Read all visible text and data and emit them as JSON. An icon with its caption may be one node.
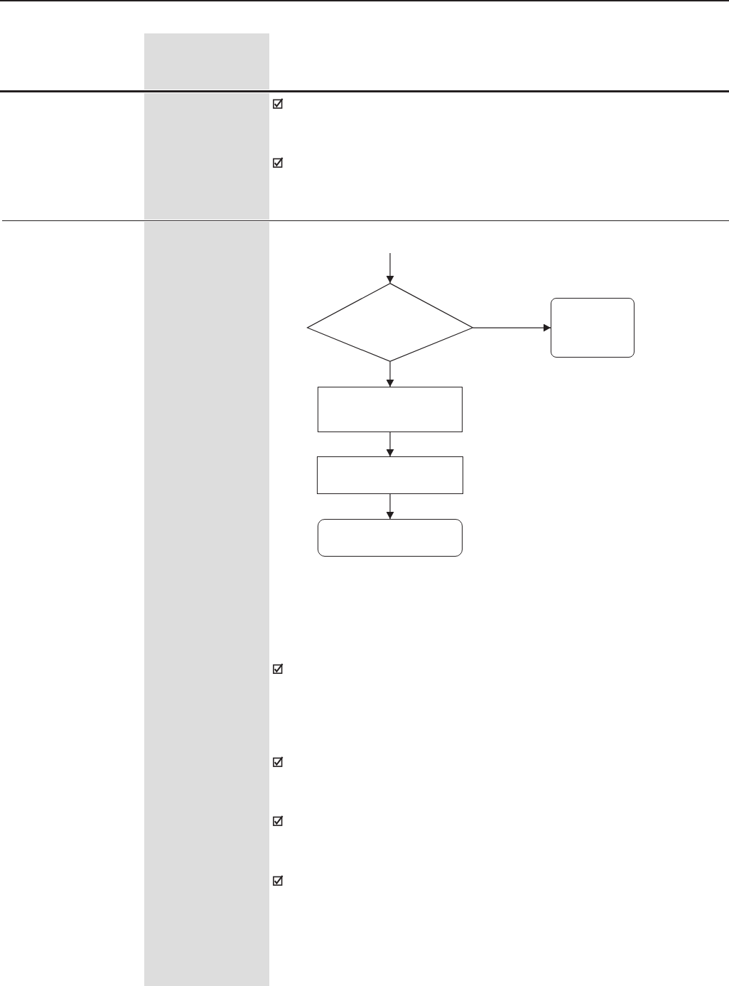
{
  "diagram": {
    "nodes": [
      {
        "text": [],
        "shape": "bar"
      },
      {
        "text": [],
        "shape": "diamond"
      },
      {
        "text": [],
        "shape": "box"
      },
      {
        "text": [],
        "shape": "box"
      },
      {
        "text": [],
        "shape": "box"
      },
      {
        "text": [],
        "shape": "box"
      }
    ],
    "edges": [
      {
        "from": null,
        "to": 1,
        "arrow": "to"
      },
      {
        "from": 1,
        "to": 2,
        "arrow": "to"
      },
      {
        "from": 1,
        "to": 3,
        "arrow": "to"
      },
      {
        "from": 3,
        "to": 4,
        "arrow": "to"
      },
      {
        "from": 4,
        "to": 5,
        "arrow": "to"
      }
    ]
  }
}
